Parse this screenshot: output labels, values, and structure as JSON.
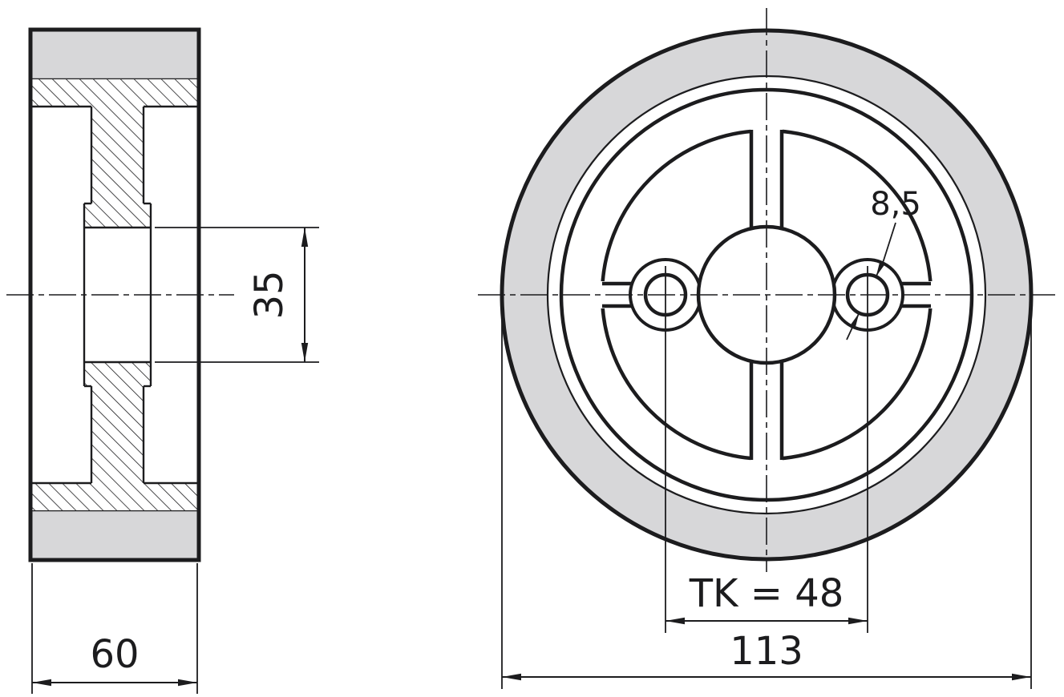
{
  "drawing": {
    "line_color": "#1c1c1e",
    "gray_fill": "#d7d7d9",
    "background": "#ffffff",
    "dimensions": {
      "bore_diameter": "35",
      "section_width": "60",
      "hole_diameter": "8,5",
      "bolt_circle": "TK = 48",
      "outer_diameter": "113"
    }
  }
}
